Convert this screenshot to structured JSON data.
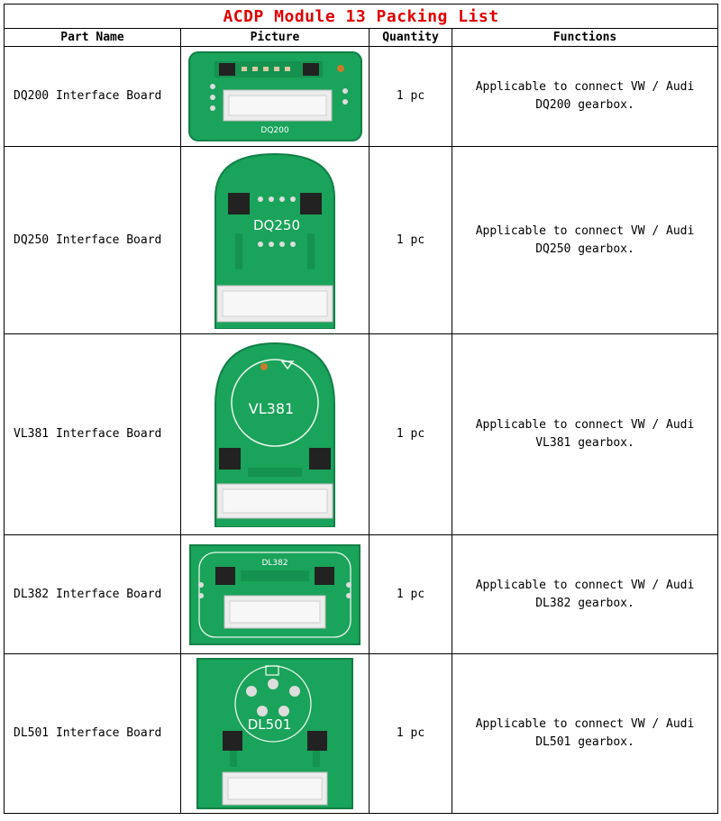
{
  "title": "ACDP Module 13 Packing List",
  "columns": [
    "Part Name",
    "Picture",
    "Quantity",
    "Functions"
  ],
  "rows": [
    {
      "part": "DQ200 Interface Board",
      "picture_label": "DQ200",
      "quantity": "1 pc",
      "function_line1": "Applicable to connect VW / Audi",
      "function_line2": "DQ200 gearbox."
    },
    {
      "part": "DQ250 Interface Board",
      "picture_label": "DQ250",
      "quantity": "1 pc",
      "function_line1": "Applicable to connect VW / Audi",
      "function_line2": "DQ250 gearbox."
    },
    {
      "part": "VL381 Interface Board",
      "picture_label": "VL381",
      "quantity": "1 pc",
      "function_line1": "Applicable to connect VW / Audi",
      "function_line2": "VL381 gearbox."
    },
    {
      "part": "DL382 Interface Board",
      "picture_label": "DL382",
      "quantity": "1 pc",
      "function_line1": "Applicable to connect VW / Audi",
      "function_line2": "DL382 gearbox."
    },
    {
      "part": "DL501 Interface Board",
      "picture_label": "DL501",
      "quantity": "1 pc",
      "function_line1": "Applicable to connect VW / Audi",
      "function_line2": "DL501 gearbox."
    }
  ],
  "colors": {
    "title": "#e00000",
    "pcb": "#1aa35a",
    "pcb_dark": "#128047",
    "connector": "#ececec"
  }
}
